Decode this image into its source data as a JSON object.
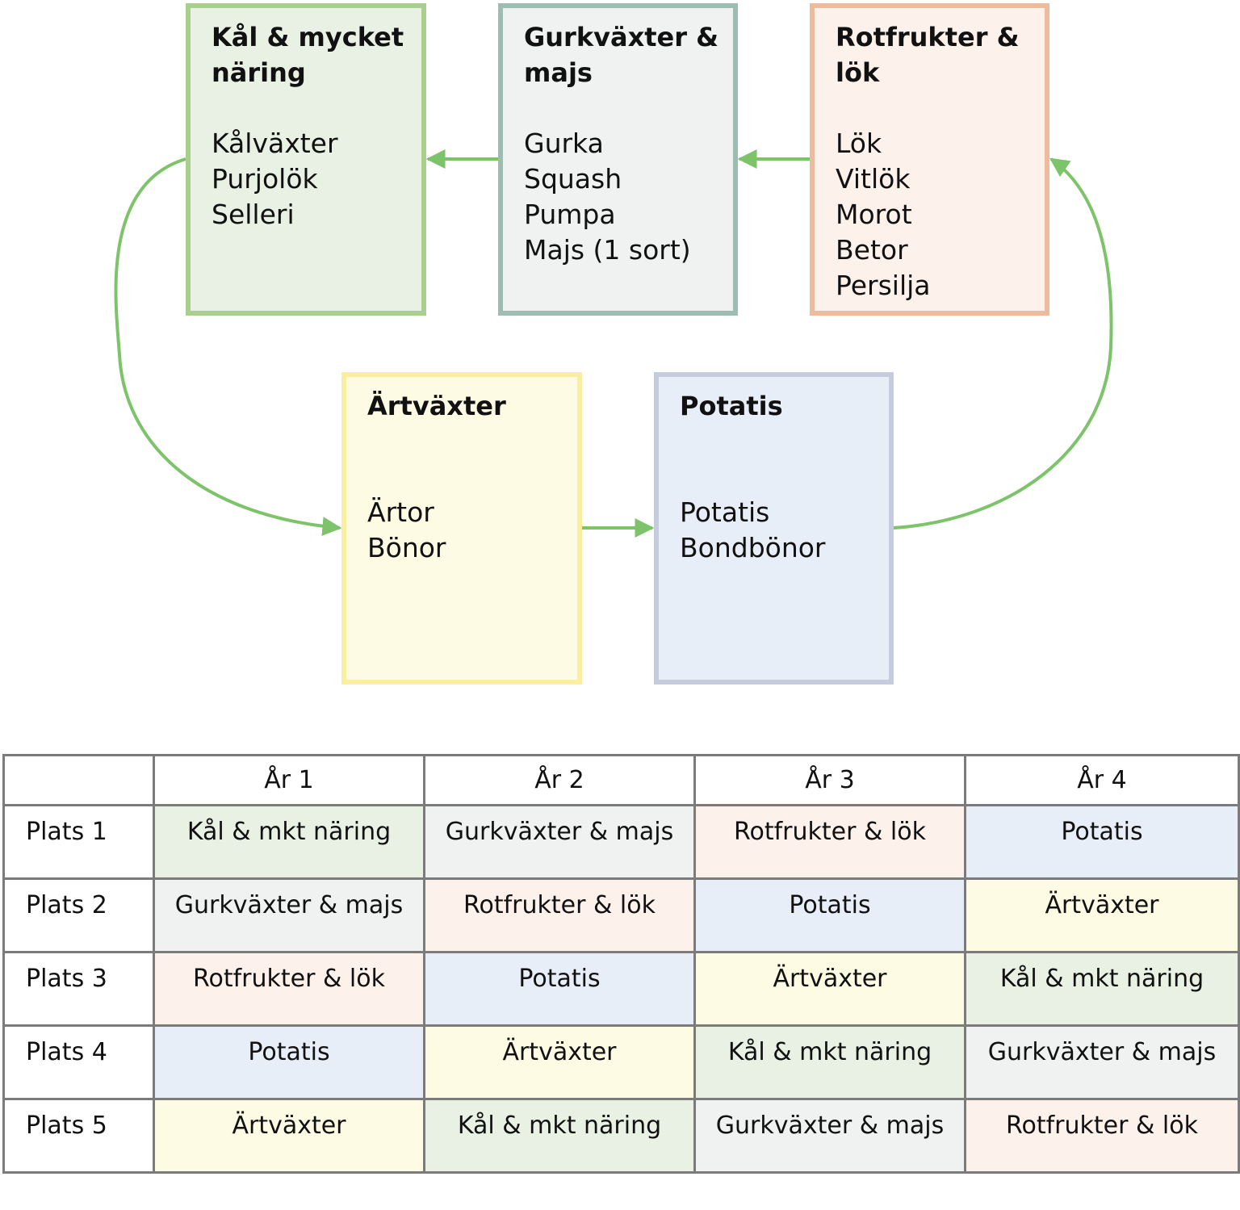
{
  "diagram": {
    "boxes": {
      "kal": {
        "title": "Kål & mycket näring",
        "items": [
          "Kålväxter",
          "Purjolök",
          "Selleri"
        ]
      },
      "gurk": {
        "title": "Gurkväxter & majs",
        "items": [
          "Gurka",
          "Squash",
          "Pumpa",
          "Majs (1 sort)"
        ]
      },
      "rot": {
        "title": "Rotfrukter & lök",
        "items": [
          "Lök",
          "Vitlök",
          "Morot",
          "Betor",
          "Persilja"
        ]
      },
      "art": {
        "title": "Ärtväxter",
        "items": [
          "Ärtor",
          "Bönor"
        ]
      },
      "pot": {
        "title": "Potatis",
        "items": [
          "Potatis",
          "Bondbönor"
        ]
      }
    },
    "arrow_color": "#7cc36a",
    "flow": [
      "Ärtväxter",
      "Potatis",
      "Rotfrukter & lök",
      "Gurkväxter & majs",
      "Kål & mycket näring",
      "Ärtväxter"
    ]
  },
  "table": {
    "corner": "",
    "years": [
      "År 1",
      "År 2",
      "År 3",
      "År 4"
    ],
    "rows": [
      {
        "label": "Plats 1",
        "cells": [
          {
            "text": "Kål & mkt näring",
            "group": "kal"
          },
          {
            "text": "Gurkväxter & majs",
            "group": "gurk"
          },
          {
            "text": "Rotfrukter & lök",
            "group": "rot"
          },
          {
            "text": "Potatis",
            "group": "pot"
          }
        ]
      },
      {
        "label": "Plats 2",
        "cells": [
          {
            "text": "Gurkväxter & majs",
            "group": "gurk"
          },
          {
            "text": "Rotfrukter & lök",
            "group": "rot"
          },
          {
            "text": "Potatis",
            "group": "pot"
          },
          {
            "text": "Ärtväxter",
            "group": "art"
          }
        ]
      },
      {
        "label": "Plats 3",
        "cells": [
          {
            "text": "Rotfrukter & lök",
            "group": "rot"
          },
          {
            "text": "Potatis",
            "group": "pot"
          },
          {
            "text": "Ärtväxter",
            "group": "art"
          },
          {
            "text": "Kål & mkt näring",
            "group": "kal"
          }
        ]
      },
      {
        "label": "Plats 4",
        "cells": [
          {
            "text": "Potatis",
            "group": "pot"
          },
          {
            "text": "Ärtväxter",
            "group": "art"
          },
          {
            "text": "Kål & mkt näring",
            "group": "kal"
          },
          {
            "text": "Gurkväxter & majs",
            "group": "gurk"
          }
        ]
      },
      {
        "label": "Plats 5",
        "cells": [
          {
            "text": "Ärtväxter",
            "group": "art"
          },
          {
            "text": "Kål & mkt näring",
            "group": "kal"
          },
          {
            "text": "Gurkväxter & majs",
            "group": "gurk"
          },
          {
            "text": "Rotfrukter & lök",
            "group": "rot"
          }
        ]
      }
    ]
  }
}
